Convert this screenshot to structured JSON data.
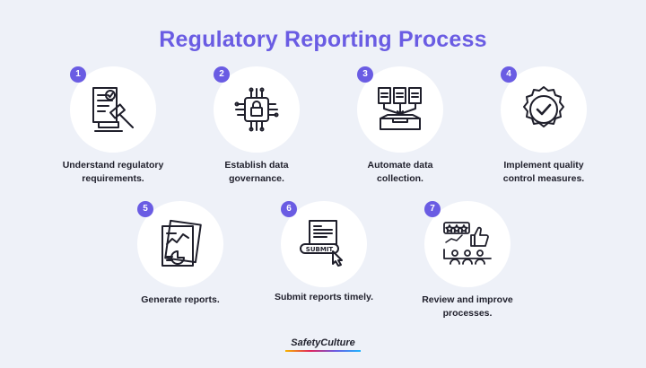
{
  "title": "Regulatory Reporting Process",
  "steps": [
    {
      "number": "1",
      "line1": "Understand regulatory",
      "line2": "requirements.",
      "icon": "gavel-document-icon"
    },
    {
      "number": "2",
      "line1": "Establish data",
      "line2": "governance.",
      "icon": "lock-circuit-icon"
    },
    {
      "number": "3",
      "line1": "Automate data",
      "line2": "collection.",
      "icon": "documents-to-inbox-icon"
    },
    {
      "number": "4",
      "line1": "Implement quality",
      "line2": "control measures.",
      "icon": "check-badge-icon"
    },
    {
      "number": "5",
      "line1": "Generate reports.",
      "line2": "",
      "icon": "report-chart-icon"
    },
    {
      "number": "6",
      "line1": "Submit reports timely.",
      "line2": "",
      "icon": "submit-button-icon"
    },
    {
      "number": "7",
      "line1": "Review and improve",
      "line2": "processes.",
      "icon": "rating-team-icon"
    }
  ],
  "footer": {
    "brand": "SafetyCulture"
  },
  "colors": {
    "accent": "#6a5ce3",
    "background": "#eef1f8",
    "circle": "#ffffff",
    "text": "#1f1f2b"
  }
}
